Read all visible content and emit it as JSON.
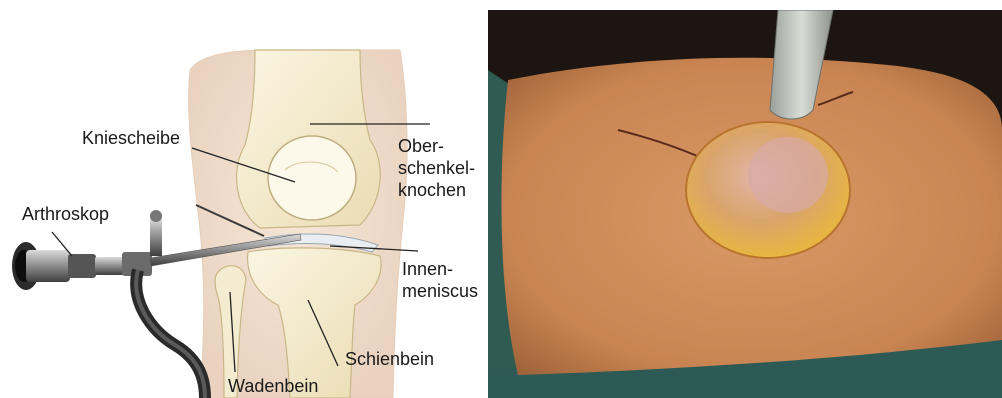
{
  "labels": {
    "kniescheibe": "Kniescheibe",
    "oberschenkelknochen": "Ober-\nschenkel-\nknochen",
    "arthroskop": "Arthroskop",
    "innenmeniscus": "Innen-\nmeniscus",
    "schienbein": "Schienbein",
    "wadenbein": "Wadenbein"
  }
}
